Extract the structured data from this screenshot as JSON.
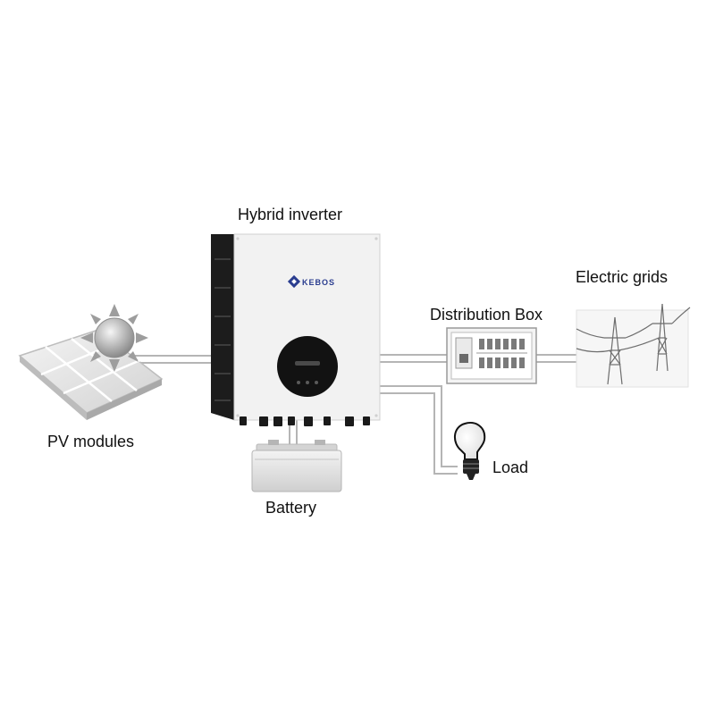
{
  "labels": {
    "inverter": "Hybrid inverter",
    "pv": "PV modules",
    "battery": "Battery",
    "distribution": "Distribution Box",
    "grid": "Electric grids",
    "load": "Load"
  },
  "inverter_logo_text": "KEBOS",
  "colors": {
    "line": "#b5b5b5",
    "inverter_body": "#f2f2f2",
    "inverter_side": "#1c1c1c",
    "logo": "#2a3d8f",
    "panel": "#e9e9e9",
    "sun": "#9d9d9d",
    "battery": "#e3e3e3"
  }
}
